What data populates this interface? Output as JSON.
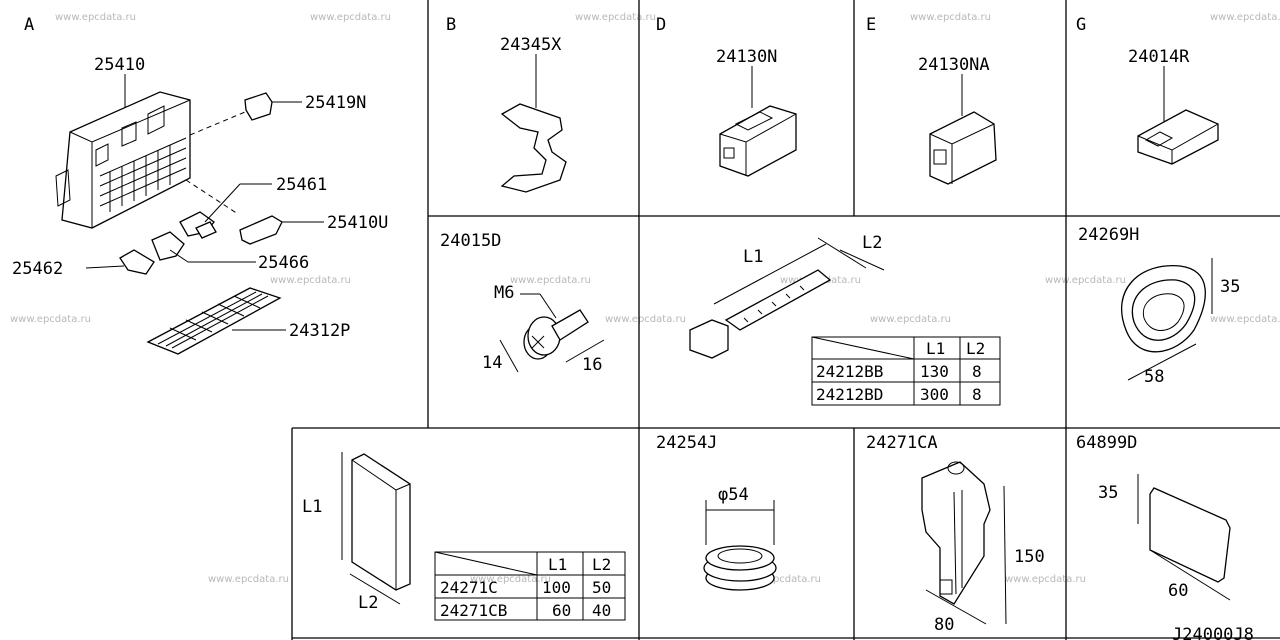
{
  "watermark": "www.epcdata.ru",
  "diagram_code": "J24000J8",
  "sections": {
    "A": {
      "letter": "A",
      "parts": [
        "25410",
        "25419N",
        "25461",
        "25410U",
        "25462",
        "25466",
        "24312P"
      ]
    },
    "B": {
      "letter": "B",
      "part": "24345X"
    },
    "D": {
      "letter": "D",
      "part": "24130N"
    },
    "E": {
      "letter": "E",
      "part": "24130NA"
    },
    "G": {
      "letter": "G",
      "part": "24014R"
    },
    "bolt": {
      "part": "24015D",
      "thread": "M6",
      "dim_a": "14",
      "dim_b": "16"
    },
    "tie": {
      "dim_l1": "L1",
      "dim_l2": "L2",
      "table": {
        "headers": [
          "L1",
          "L2"
        ],
        "rows": [
          [
            "24212BB",
            "130",
            "8"
          ],
          [
            "24212BD",
            "300",
            "8"
          ]
        ]
      }
    },
    "grommet_oval": {
      "part": "24269H",
      "height": "35",
      "width": "58"
    },
    "pad": {
      "dim_l1": "L1",
      "dim_l2": "L2",
      "table": {
        "headers": [
          "L1",
          "L2"
        ],
        "rows": [
          [
            "24271C",
            "100",
            "50"
          ],
          [
            "24271CB",
            "60",
            "40"
          ]
        ]
      }
    },
    "grommet_round": {
      "part": "24254J",
      "diameter": "φ54"
    },
    "clip": {
      "part": "24271CA",
      "height": "150",
      "width": "80"
    },
    "label": {
      "part": "64899D",
      "height": "35",
      "width": "60"
    }
  }
}
